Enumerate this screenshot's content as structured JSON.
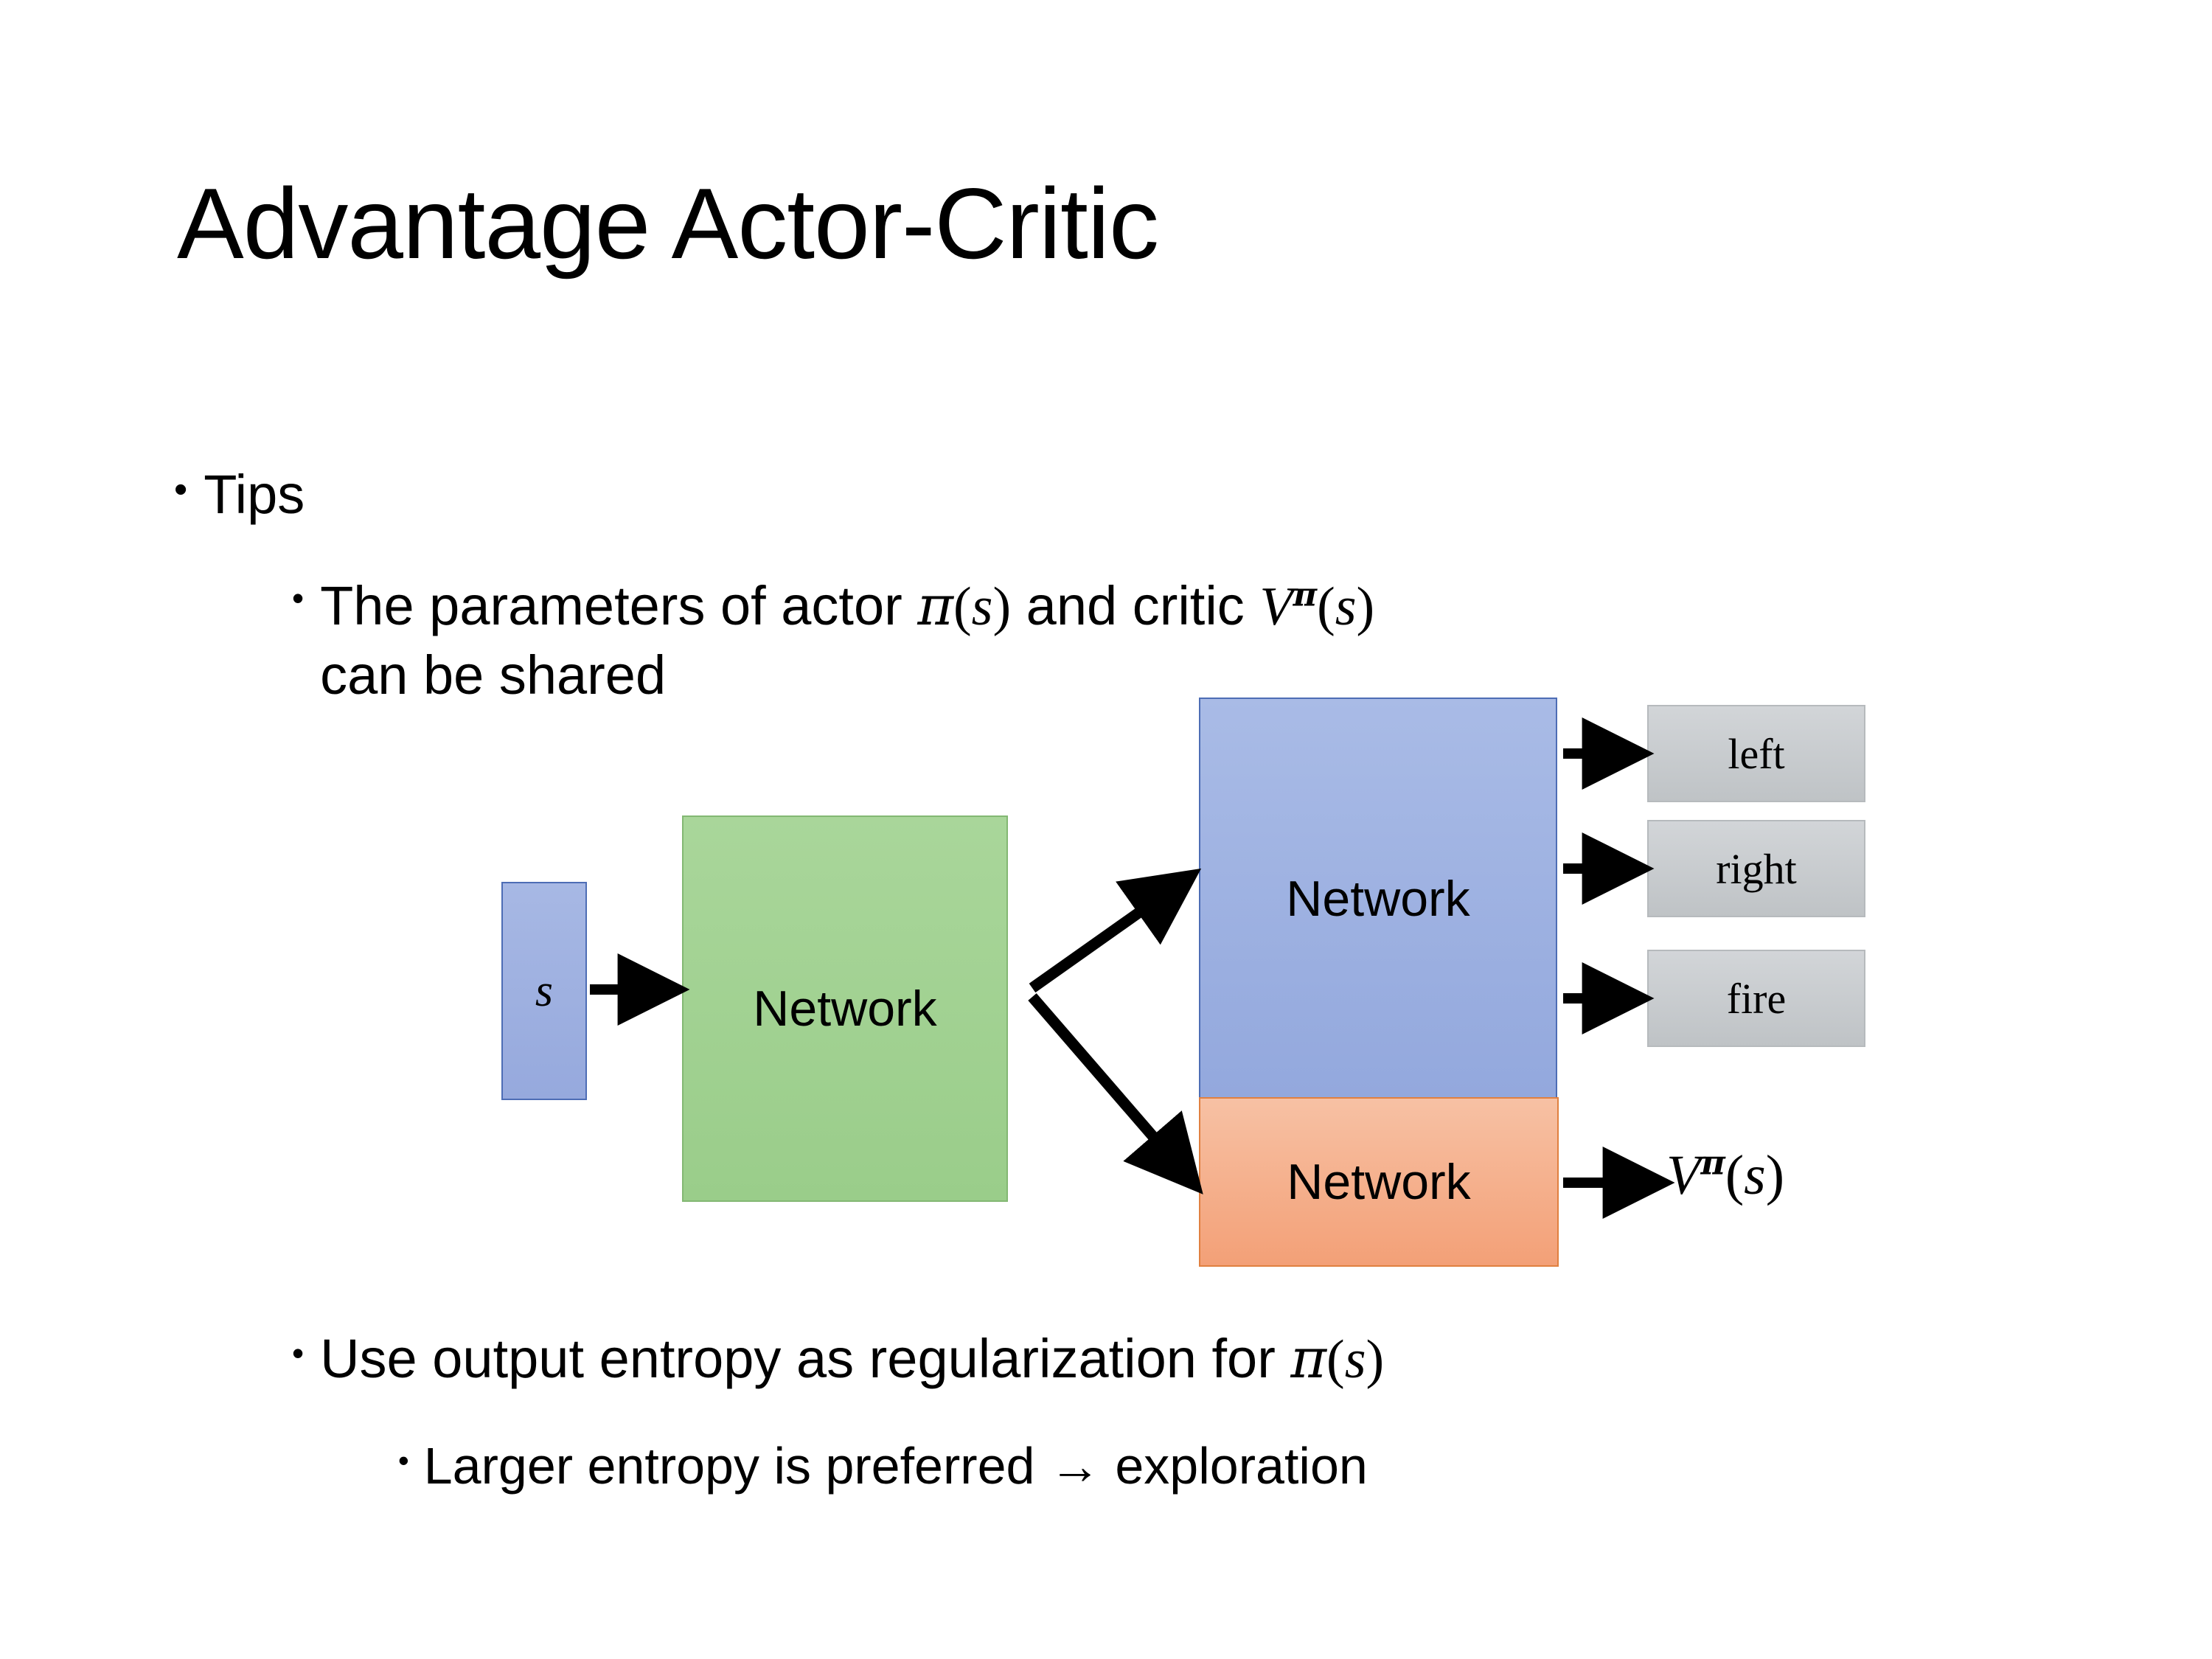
{
  "slide": {
    "title": "Advantage Actor-Critic",
    "background_color": "#ffffff",
    "text_color": "#000000"
  },
  "bullets": {
    "tips": {
      "marker": "•",
      "text": "Tips"
    },
    "shared_params": {
      "marker": "•",
      "prefix": "The parameters of actor ",
      "math_actor_pi": "π",
      "math_actor_open": "(",
      "math_actor_s": "s",
      "math_actor_close": ")",
      "middle": "  and critic ",
      "math_critic_V": "V",
      "math_critic_sup": "π",
      "math_critic_open": "(",
      "math_critic_s": "s",
      "math_critic_close": ")",
      "line2": "can be shared"
    },
    "entropy": {
      "marker": "•",
      "prefix": "Use output entropy as regularization for ",
      "math_pi": "π",
      "math_open": "(",
      "math_s": "s",
      "math_close": ")"
    },
    "larger_entropy": {
      "marker": "•",
      "text": "Larger entropy is preferred → exploration"
    }
  },
  "diagram": {
    "state_box": {
      "label": "s",
      "fill": "#9dafe2",
      "stroke": "#4d6db5"
    },
    "shared_network": {
      "label": "Network",
      "fill": "#9fd18f",
      "stroke": "#83b873"
    },
    "actor_network": {
      "label": "Network",
      "fill": "#9db0e0",
      "stroke": "#4d6db5"
    },
    "critic_network": {
      "label": "Network",
      "fill": "#f4a97f",
      "stroke": "#e08040"
    },
    "actions": [
      {
        "label": "left",
        "fill": "#c8cbce"
      },
      {
        "label": "right",
        "fill": "#c8cbce"
      },
      {
        "label": "fire",
        "fill": "#c8cbce"
      }
    ],
    "value_output": {
      "V": "V",
      "sup": "π",
      "open": "(",
      "s": "s",
      "close": ")"
    },
    "arrow_color": "#000000"
  }
}
